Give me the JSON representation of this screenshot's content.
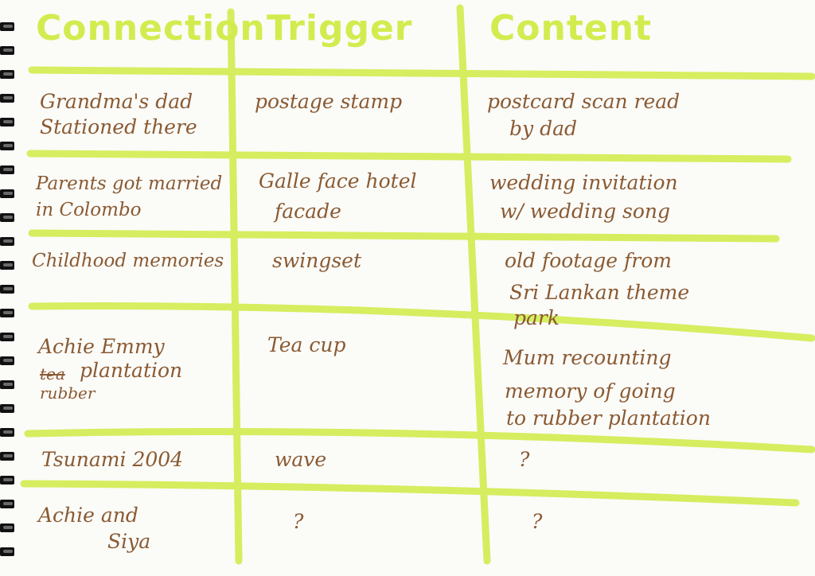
{
  "table": {
    "headers": [
      "Connection",
      "Trigger",
      "Content"
    ],
    "rows": [
      {
        "connection_line1": "Grandma's dad",
        "connection_line2": "Stationed there",
        "trigger": "postage stamp",
        "content_line1": "postcard scan read",
        "content_line2": "by dad"
      },
      {
        "connection_line1": "Parents got married",
        "connection_line2": "in Colombo",
        "trigger_line1": "Galle face hotel",
        "trigger_line2": "facade",
        "content_line1": "wedding invitation",
        "content_line2": "w/ wedding song"
      },
      {
        "connection": "Childhood memories",
        "trigger": "swingset",
        "content_line1": "old footage from",
        "content_line2": "Sri Lankan theme",
        "content_line3": "park"
      },
      {
        "connection_line1": "Achie Emmy",
        "connection_struck": "tea",
        "connection_line2": "plantation",
        "connection_line3": "rubber",
        "trigger": "Tea cup",
        "content_line1": "Mum recounting",
        "content_line2": "memory of going",
        "content_line3": "to rubber plantation"
      },
      {
        "connection": "Tsunami 2004",
        "trigger": "wave",
        "content": "?"
      },
      {
        "connection_line1": "Achie and",
        "connection_line2": "Siya",
        "trigger": "?",
        "content": "?"
      }
    ]
  },
  "colors": {
    "highlighter": "#d2ec4f",
    "ink": "#8a5a32",
    "paper": "#fbfbf8"
  }
}
